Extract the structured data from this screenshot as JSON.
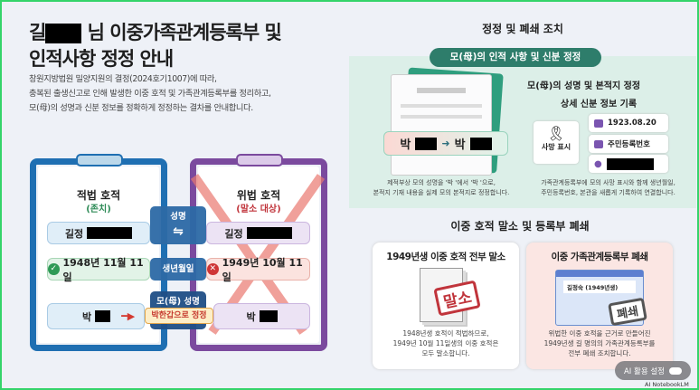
{
  "header": {
    "title_prefix": "길",
    "title_rest": "님 이중가족관계등록부 및",
    "title_line2": "인적사항 정정 안내",
    "desc": [
      "창원지방법원 밀양지원의 결정(2024호기1007)에 따라,",
      "충복된 출생신고로 인해 발생한 이중 호적 및 가족관계등록부를 정리하고,",
      "모(母)의 성명과 신분 정보를 정확하게 정정하는 결차를 안내합니다."
    ]
  },
  "comparison": {
    "legal": {
      "title": "적법 호적",
      "status": "(존치)",
      "name_prefix": "길정",
      "dob": "1948년 11월 11일",
      "mother_prefix": "박"
    },
    "illegal": {
      "title": "위법 호적",
      "status": "(말소 대상)",
      "name_prefix": "길정",
      "dob": "1949년 10월 11일",
      "mother_prefix": "박"
    },
    "labels": {
      "name": "성명",
      "swap": "⇋",
      "dob": "생년월일",
      "mother": "모(母) 성명"
    },
    "correction": "박한갑으로 정정"
  },
  "actions": {
    "title": "정정 및 폐쇄 조치",
    "pill": "모(母)의 인적 사항 및 신분 정정",
    "change_from": "박",
    "change_to": "박",
    "arrow": "➜",
    "subtitle": "모(母)의 성명 및 본적지 정정",
    "detail_title": "상세 신분 정보 기록",
    "death_label": "사망 표시",
    "birth_date": "1923.08.20",
    "resident_number": "주민등록번호",
    "caption_left": [
      "제적부상 모의 성명을 '박   '에서 '박   '으로,",
      "본적지 기재 내용을 실제 모의 본적지로 정정합니다."
    ],
    "caption_right": [
      "가족관계등록부에 모의 사망 표시와 함께 생년월일,",
      "주민등록번호, 본관을 새롭게 기록하여 연결합니다."
    ]
  },
  "cancel": {
    "title": "이중 호적 말소 및 등록부 폐쇄",
    "card1": {
      "title": "1949년생 이중 호적 전부 말소",
      "stamp": "말소",
      "text": [
        "1948년생 호적이 적법하므로,",
        "1949년 10월 11일생의 이중 호적은",
        "모두 말소합니다."
      ]
    },
    "card2": {
      "title": "이중 가족관계등록부 폐쇄",
      "window_title": "길정숙 (1949년생)",
      "stamp": "폐쇄",
      "text": [
        "위법한 이중 호적을 근거로 만들어진",
        "1949년생 길    명의의 가족관계등록부를",
        "전부 폐쇄 조치합니다."
      ]
    }
  },
  "overlay": {
    "toggle_label": "AI 활용 설정",
    "brand": "AI NotebookLM"
  },
  "colors": {
    "legal": "#1f6fb2",
    "illegal": "#7b4a9e",
    "teal": "#2e7d6b",
    "stamp_red": "#c0343b"
  }
}
